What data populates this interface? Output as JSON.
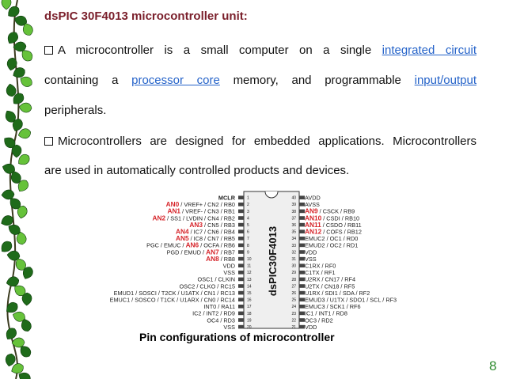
{
  "slide": {
    "title": "dsPIC 30F4013 microcontroller unit:",
    "para1": {
      "line1_text": "A microcontroller is a small computer on a single",
      "line1_link": "integrated circuit",
      "line2_before": "containing a",
      "line2_link1": "processor core",
      "line2_middle": "memory, and programmable",
      "line2_link2": "input/output",
      "line3": "peripherals."
    },
    "para2": {
      "line1": "Microcontrollers are designed for embedded applications. Microcontrollers",
      "line2": "are used in automatically controlled products and devices."
    },
    "figure": {
      "chip_name": "dsPIC30F4013",
      "caption": "Pin configurations of  microcontroller"
    },
    "page_number": "8",
    "left_pins": [
      {
        "num": "1",
        "parts": [
          {
            "t": "MCLR",
            "s": "b"
          }
        ]
      },
      {
        "num": "2",
        "parts": [
          {
            "t": "AN0",
            "s": "a"
          },
          {
            "t": " / VREF+ / CN2 / RB0",
            "s": "n"
          }
        ]
      },
      {
        "num": "3",
        "parts": [
          {
            "t": "AN1",
            "s": "a"
          },
          {
            "t": " / VREF- / CN3 / RB1",
            "s": "n"
          }
        ]
      },
      {
        "num": "4",
        "parts": [
          {
            "t": "AN2",
            "s": "a"
          },
          {
            "t": " / SS1 / LVDIN / CN4 / RB2",
            "s": "n"
          }
        ]
      },
      {
        "num": "5",
        "parts": [
          {
            "t": "AN3",
            "s": "a"
          },
          {
            "t": " / CN5 / RB3",
            "s": "n"
          }
        ]
      },
      {
        "num": "6",
        "parts": [
          {
            "t": "AN4",
            "s": "a"
          },
          {
            "t": " / IC7 / CN6 / RB4",
            "s": "n"
          }
        ]
      },
      {
        "num": "7",
        "parts": [
          {
            "t": "AN5",
            "s": "a"
          },
          {
            "t": " / IC8 / CN7 / RB5",
            "s": "n"
          }
        ]
      },
      {
        "num": "8",
        "parts": [
          {
            "t": "PGC / EMUC / ",
            "s": "n"
          },
          {
            "t": "AN6",
            "s": "a"
          },
          {
            "t": " / OCFA / RB6",
            "s": "n"
          }
        ]
      },
      {
        "num": "9",
        "parts": [
          {
            "t": "PGD / EMUD / ",
            "s": "n"
          },
          {
            "t": "AN7",
            "s": "a"
          },
          {
            "t": " / RB7",
            "s": "n"
          }
        ]
      },
      {
        "num": "10",
        "parts": [
          {
            "t": "AN8",
            "s": "a"
          },
          {
            "t": " / RB8",
            "s": "n"
          }
        ]
      },
      {
        "num": "11",
        "parts": [
          {
            "t": "VDD",
            "s": "n"
          }
        ]
      },
      {
        "num": "12",
        "parts": [
          {
            "t": "VSS",
            "s": "n"
          }
        ]
      },
      {
        "num": "13",
        "parts": [
          {
            "t": "OSC1 / CLKIN",
            "s": "n"
          }
        ]
      },
      {
        "num": "14",
        "parts": [
          {
            "t": "OSC2 / CLKO / RC15",
            "s": "n"
          }
        ]
      },
      {
        "num": "15",
        "parts": [
          {
            "t": "EMUD1 / SOSCI / T2CK / U1ATX / CN1 / RC13",
            "s": "n"
          }
        ]
      },
      {
        "num": "16",
        "parts": [
          {
            "t": "EMUC1 / SOSCO / T1CK / U1ARX / CN0 / RC14",
            "s": "n"
          }
        ]
      },
      {
        "num": "17",
        "parts": [
          {
            "t": "INT0 / RA11",
            "s": "n"
          }
        ]
      },
      {
        "num": "18",
        "parts": [
          {
            "t": "IC2 / INT2 / RD9",
            "s": "n"
          }
        ]
      },
      {
        "num": "19",
        "parts": [
          {
            "t": "OC4 / RD3",
            "s": "n"
          }
        ]
      },
      {
        "num": "20",
        "parts": [
          {
            "t": "VSS",
            "s": "n"
          }
        ]
      }
    ],
    "right_pins": [
      {
        "num": "40",
        "parts": [
          {
            "t": "AVDD",
            "s": "n"
          }
        ]
      },
      {
        "num": "39",
        "parts": [
          {
            "t": "AVSS",
            "s": "n"
          }
        ]
      },
      {
        "num": "38",
        "parts": [
          {
            "t": "AN9",
            "s": "a"
          },
          {
            "t": " / CSCK / RB9",
            "s": "n"
          }
        ]
      },
      {
        "num": "37",
        "parts": [
          {
            "t": "AN10",
            "s": "a"
          },
          {
            "t": " / CSDI / RB10",
            "s": "n"
          }
        ]
      },
      {
        "num": "36",
        "parts": [
          {
            "t": "AN11",
            "s": "a"
          },
          {
            "t": " / CSDO / RB11",
            "s": "n"
          }
        ]
      },
      {
        "num": "35",
        "parts": [
          {
            "t": "AN12",
            "s": "a"
          },
          {
            "t": " / COFS / RB12",
            "s": "n"
          }
        ]
      },
      {
        "num": "34",
        "parts": [
          {
            "t": "EMUC2 / OC1 / RD0",
            "s": "n"
          }
        ]
      },
      {
        "num": "33",
        "parts": [
          {
            "t": "EMUD2 / OC2 / RD1",
            "s": "n"
          }
        ]
      },
      {
        "num": "32",
        "parts": [
          {
            "t": "VDD",
            "s": "n"
          }
        ]
      },
      {
        "num": "31",
        "parts": [
          {
            "t": "VSS",
            "s": "n"
          }
        ]
      },
      {
        "num": "30",
        "parts": [
          {
            "t": "C1RX / RF0",
            "s": "n"
          }
        ]
      },
      {
        "num": "29",
        "parts": [
          {
            "t": "C1TX / RF1",
            "s": "n"
          }
        ]
      },
      {
        "num": "28",
        "parts": [
          {
            "t": "U2RX / CN17 / RF4",
            "s": "n"
          }
        ]
      },
      {
        "num": "27",
        "parts": [
          {
            "t": "U2TX / CN18 / RF5",
            "s": "n"
          }
        ]
      },
      {
        "num": "26",
        "parts": [
          {
            "t": "U1RX / SDI1 / SDA / RF2",
            "s": "n"
          }
        ]
      },
      {
        "num": "25",
        "parts": [
          {
            "t": "EMUD3 / U1TX / SDO1 / SCL / RF3",
            "s": "n"
          }
        ]
      },
      {
        "num": "24",
        "parts": [
          {
            "t": "EMUC3 / SCK1 / RF6",
            "s": "n"
          }
        ]
      },
      {
        "num": "23",
        "parts": [
          {
            "t": "IC1 / INT1 / RD8",
            "s": "n"
          }
        ]
      },
      {
        "num": "22",
        "parts": [
          {
            "t": "OC3 / RD2",
            "s": "n"
          }
        ]
      },
      {
        "num": "21",
        "parts": [
          {
            "t": "VDD",
            "s": "n"
          }
        ]
      }
    ]
  },
  "colors": {
    "title": "#7a1f2b",
    "link": "#2563c9",
    "analog_pin": "#d6242a",
    "page_number": "#2e8b2e",
    "ivy_dark": "#1f6b1a",
    "ivy_light": "#66c23a"
  }
}
